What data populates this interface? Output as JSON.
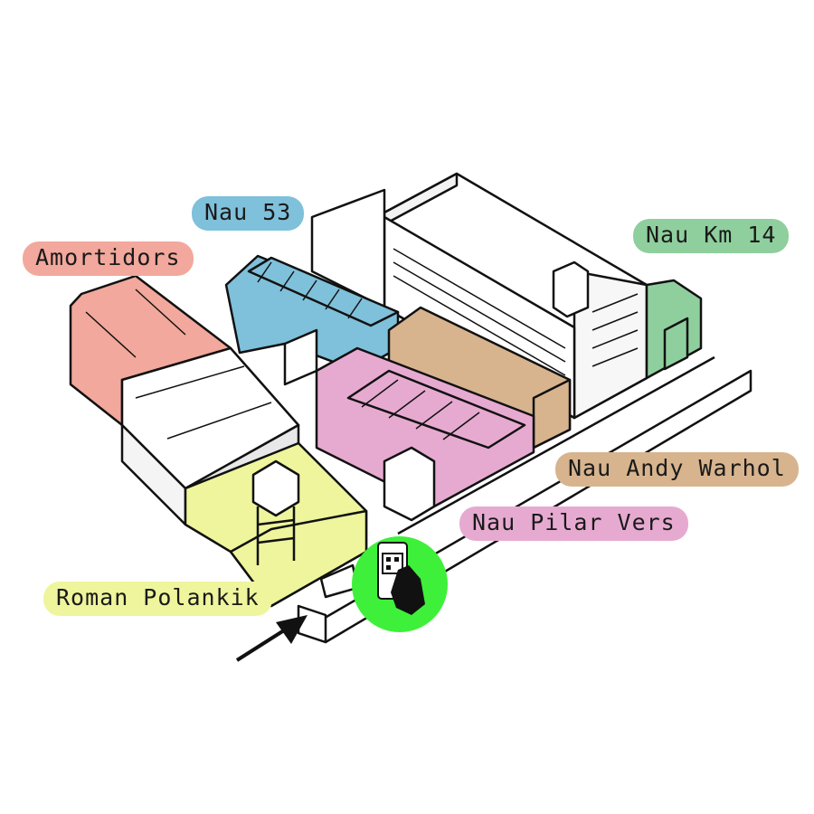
{
  "map": {
    "labels": {
      "nau53": "Nau 53",
      "amortidors": "Amortidors",
      "km14": "Nau Km 14",
      "warhol": "Nau Andy Warhol",
      "pilar": "Nau Pilar Vers",
      "roman": "Roman Polankik"
    },
    "colors": {
      "amortidors": "#f2a89c",
      "nau53": "#7fc0da",
      "km14": "#8fcf9e",
      "warhol": "#d7b48e",
      "pilar": "#e6aad1",
      "roman": "#eef59c",
      "qr_badge": "#3ef03a",
      "outline": "#111111"
    },
    "icons": {
      "qr": "phone-qr-icon",
      "arrow": "entrance-arrow-icon"
    }
  }
}
